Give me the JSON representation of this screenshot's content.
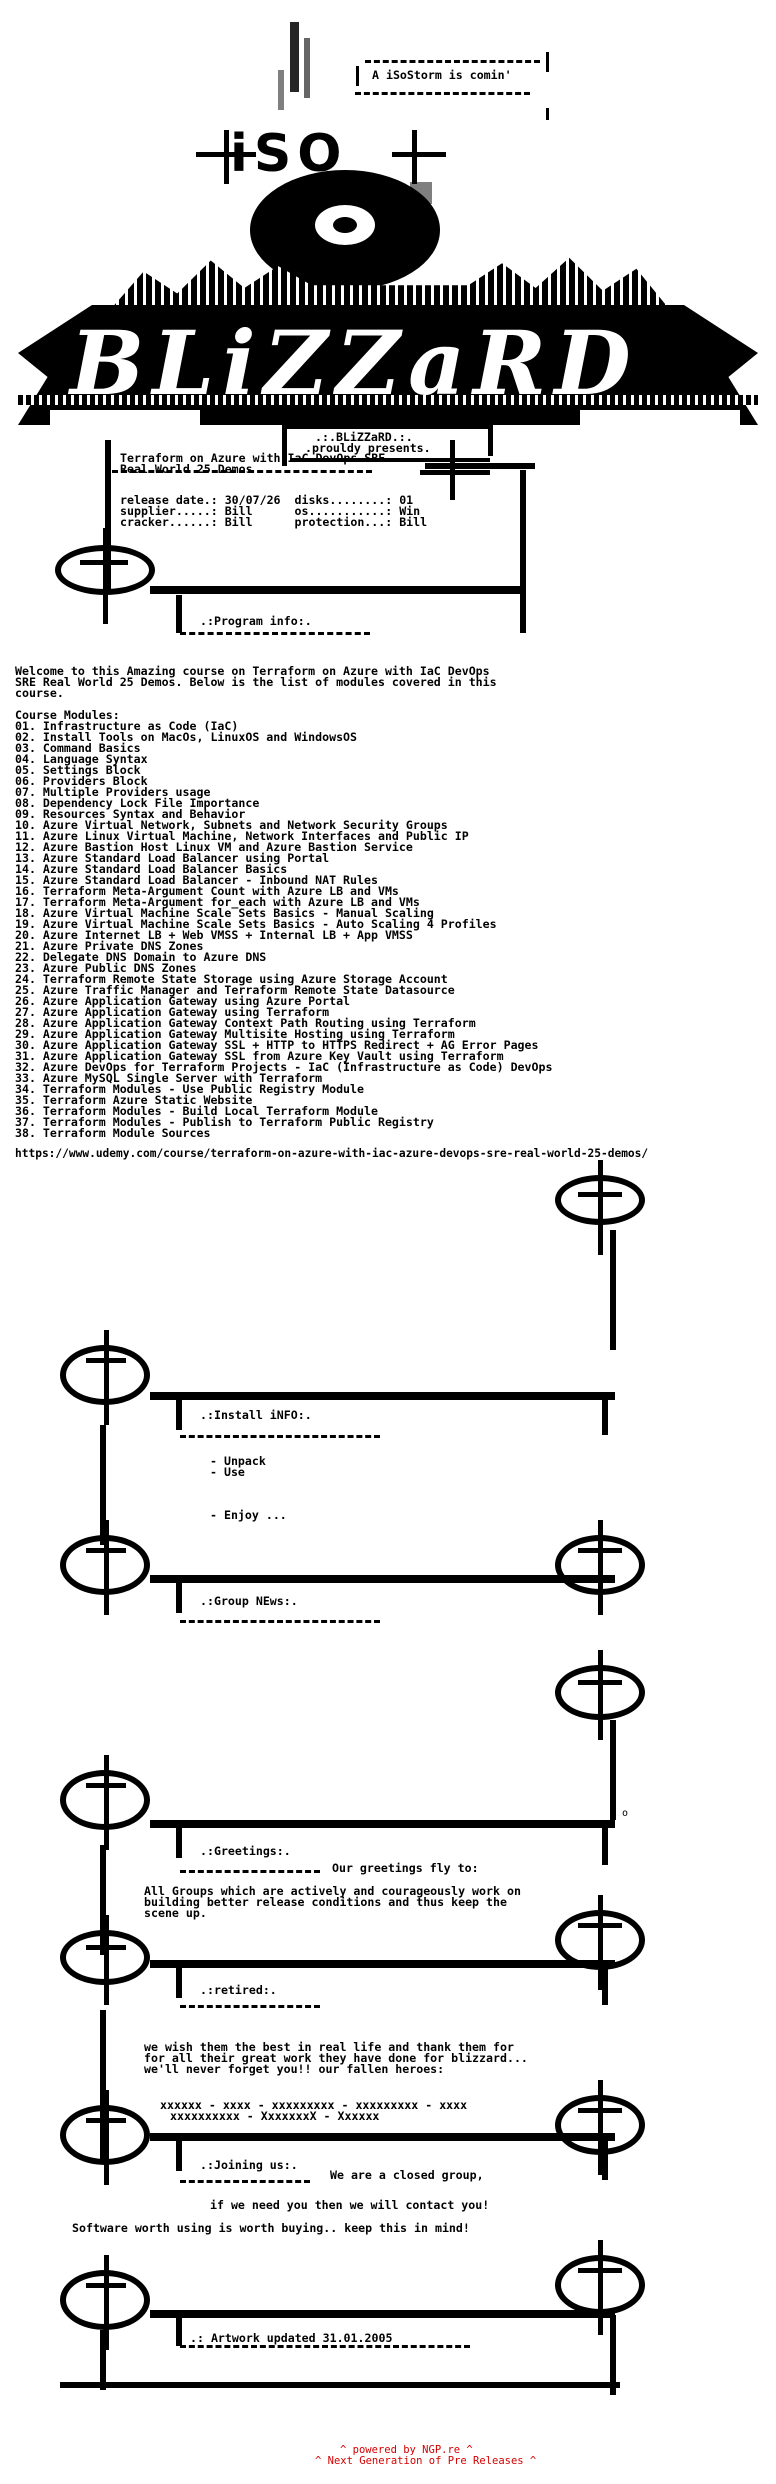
{
  "header": {
    "tagline": "A iSoStorm is comin'",
    "logo_letters": "iSO",
    "group_art_text": "BLiZZaRD",
    "group_name": ".:.BLiZZaRD.:.",
    "presents": ".prouldy presents."
  },
  "release": {
    "title_line1": "Terraform on Azure with IaC DevOps SRE",
    "title_line2": "Real World 25 Demos",
    "info_rows": [
      "release date.: 30/07/26  disks........: 01",
      "supplier.....: Bill      os...........: Win",
      "cracker......: Bill      protection...: Bill"
    ]
  },
  "sections": {
    "program_info": ".:Program info:.",
    "install_info": ".:Install iNFO:.",
    "group_news": ".:Group NEws:.",
    "greetings": ".:Greetings:.",
    "retired": ".:retired:.",
    "joining": ".:Joining us:.",
    "artwork": ".: Artwork updated 31.01.2005"
  },
  "program": {
    "intro": [
      "Welcome to this Amazing course on Terraform on Azure with IaC DevOps",
      "SRE Real World 25 Demos. Below is the list of modules covered in this",
      "course."
    ],
    "modules_heading": "Course Modules:",
    "modules": [
      "01. Infrastructure as Code (IaC)",
      "02. Install Tools on MacOs, LinuxOS and WindowsOS",
      "03. Command Basics",
      "04. Language Syntax",
      "05. Settings Block",
      "06. Providers Block",
      "07. Multiple Providers usage",
      "08. Dependency Lock File Importance",
      "09. Resources Syntax and Behavior",
      "10. Azure Virtual Network, Subnets and Network Security Groups",
      "11. Azure Linux Virtual Machine, Network Interfaces and Public IP",
      "12. Azure Bastion Host Linux VM and Azure Bastion Service",
      "13. Azure Standard Load Balancer using Portal",
      "14. Azure Standard Load Balancer Basics",
      "15. Azure Standard Load Balancer - Inbound NAT Rules",
      "16. Terraform Meta-Argument Count with Azure LB and VMs",
      "17. Terraform Meta-Argument for_each with Azure LB and VMs",
      "18. Azure Virtual Machine Scale Sets Basics - Manual Scaling",
      "19. Azure Virtual Machine Scale Sets Basics - Auto Scaling 4 Profiles",
      "20. Azure Internet LB + Web VMSS + Internal LB + App VMSS",
      "21. Azure Private DNS Zones",
      "22. Delegate DNS Domain to Azure DNS",
      "23. Azure Public DNS Zones",
      "24. Terraform Remote State Storage using Azure Storage Account",
      "25. Azure Traffic Manager and Terraform Remote State Datasource",
      "26. Azure Application Gateway using Azure Portal",
      "27. Azure Application Gateway using Terraform",
      "28. Azure Application Gateway Context Path Routing using Terraform",
      "29. Azure Application Gateway Multisite Hosting using Terraform",
      "30. Azure Application Gateway SSL + HTTP to HTTPS Redirect + AG Error Pages",
      "31. Azure Application Gateway SSL from Azure Key Vault using Terraform",
      "32. Azure DevOps for Terraform Projects - IaC (Infrastructure as Code) DevOps",
      "33. Azure MySQL Single Server with Terraform",
      "34. Terraform Modules - Use Public Registry Module",
      "35. Terraform Azure Static Website",
      "36. Terraform Modules - Build Local Terraform Module",
      "37. Terraform Modules - Publish to Terraform Public Registry",
      "38. Terraform Module Sources"
    ],
    "url": "https://www.udemy.com/course/terraform-on-azure-with-iac-azure-devops-sre-real-world-25-demos/"
  },
  "install": {
    "steps": [
      "- Unpack",
      "- Use"
    ],
    "enjoy": "- Enjoy ..."
  },
  "greetings": {
    "lead": "Our greetings fly to:",
    "body": [
      "All Groups which are actively and courageously work on",
      "building better release conditions and thus keep the",
      "scene up."
    ]
  },
  "retired": {
    "body": [
      "we wish them the best in real life and thank them for",
      "for all their great work they have done for blizzard...",
      "we'll never forget you!! our fallen heroes:"
    ],
    "names": [
      "xxxxxx - xxxx - xxxxxxxxx - xxxxxxxxx - xxxx",
      "xxxxxxxxxx - XxxxxxxX - Xxxxxx"
    ]
  },
  "joining": {
    "line1": "We are a closed group,",
    "line2": "if we need you then we will contact you!",
    "line3": "Software worth using is worth buying.. keep this in mind!"
  },
  "footer": {
    "line1": "^ powered by NGP.re ^",
    "line2": "^ Next Generation of Pre Releases ^"
  },
  "colors": {
    "text": "#000000",
    "footer": "#d40000",
    "background": "#ffffff"
  }
}
